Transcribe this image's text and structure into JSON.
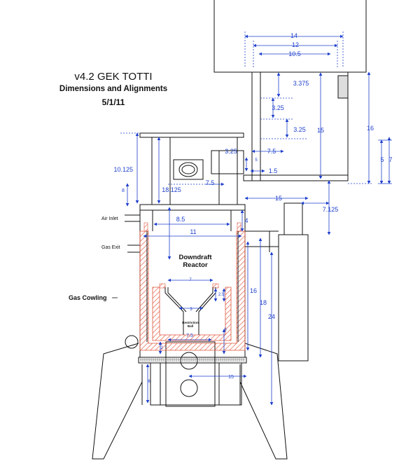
{
  "title": {
    "version": "v4.2 GEK TOTTI",
    "subtitle": "Dimensions and Alignments",
    "date": "5/1/11"
  },
  "labels": {
    "air_inlet": "Air Inlet",
    "gas_exit": "Gas Exit",
    "gas_cowling": "Gas Cowling",
    "reactor_line1": "Downdraft",
    "reactor_line2": "Reactor",
    "restriction_line1": "Restriction",
    "restriction_line2": "Ball"
  },
  "dimensions": {
    "d14": "14",
    "d12": "12",
    "d10_5": "10.5",
    "d3_375": "3.375",
    "d3_25a": "3.25",
    "d3_25b": "3.25",
    "d15_hopper": "15",
    "d16_right": "16",
    "d5": "5",
    "d7": "7",
    "d3_25_box": "3.25",
    "d7_5_top": "7.5",
    "d5_small": "5",
    "d1_5": "1.5",
    "d10_125": "10.125",
    "d18_125": "18.125",
    "d7_5_mid": "7.5",
    "d8": "8",
    "d15_mid": "15",
    "d7_125": "7.125",
    "d8_5": "8.5",
    "d11": "11",
    "d4": "4",
    "d16_lower": "16",
    "d18_lower": "18",
    "d24": "24",
    "d7_throat": "7",
    "d3_throat": "3",
    "d2_5": "2.5",
    "d2": "2",
    "d6": "6",
    "d7_5_grate": "7.5",
    "d15_base": "15",
    "d6_base": "6"
  },
  "colors": {
    "line": "#111111",
    "dimension": "#1d3fcc",
    "insulation": "#e0563c"
  }
}
